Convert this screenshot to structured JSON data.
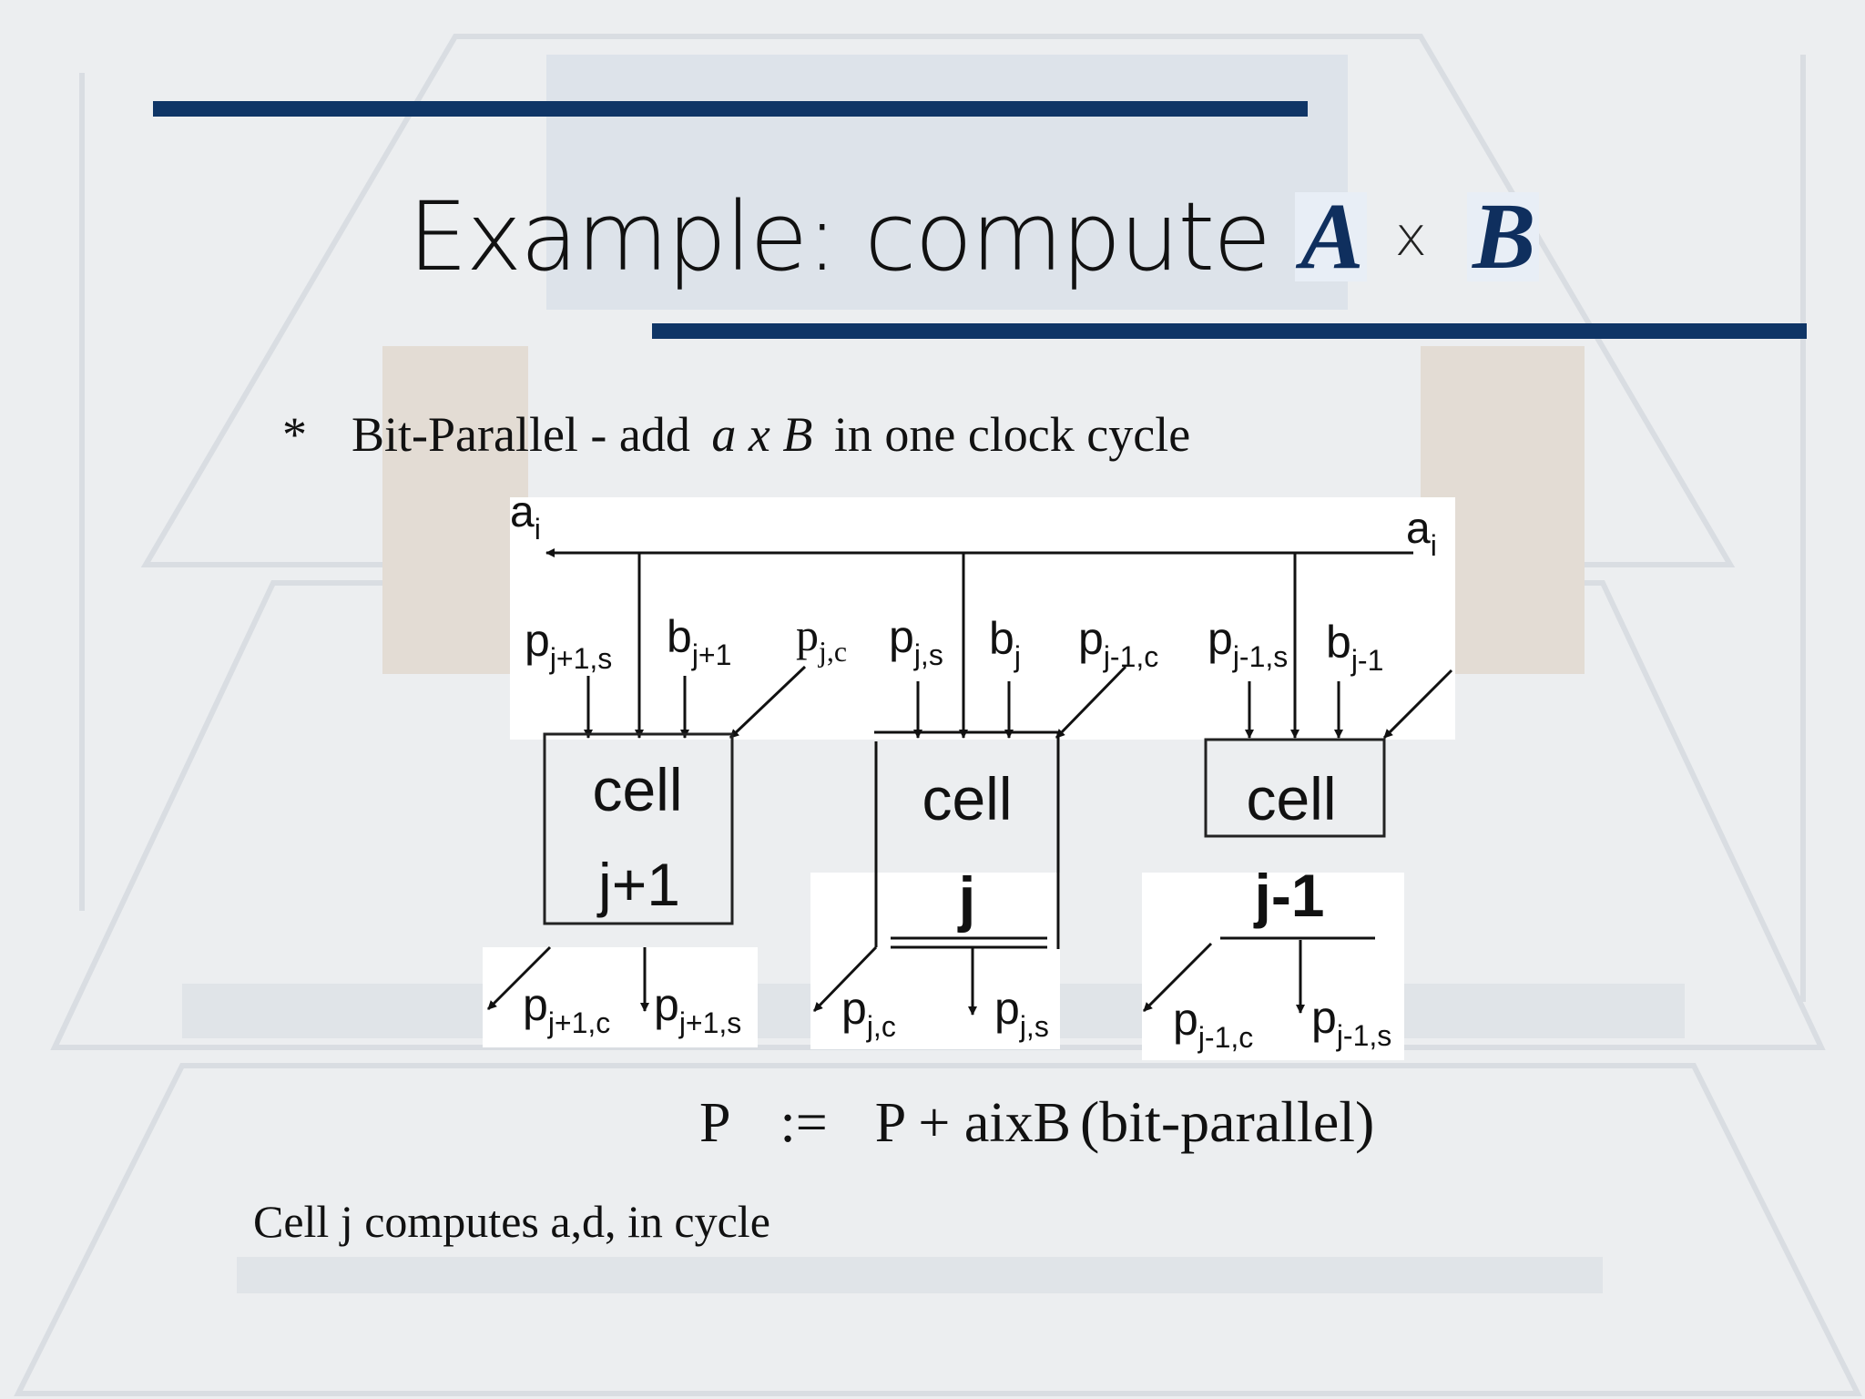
{
  "slide": {
    "title_prefix": "Example: compute",
    "title_a": "A",
    "title_op": "x",
    "title_b": "B",
    "bullet_marker": "*",
    "bullet_text_1": "Bit-Parallel - add",
    "bullet_math": "a x B",
    "bullet_text_2": "in one clock cycle",
    "formula_lhs": "P",
    "formula_assign": ":=",
    "formula_rhs": "P + aixB",
    "formula_note": "(bit-parallel)",
    "caption": "Cell j computes  a,d, in cycle"
  },
  "diagram": {
    "input_left": {
      "main": "a",
      "sub": "i"
    },
    "input_right": {
      "main": "a",
      "sub": "i"
    },
    "top_labels": [
      {
        "main": "p",
        "sub": "j+1,s"
      },
      {
        "main": "b",
        "sub": "j+1"
      },
      {
        "main": "p",
        "sub": "j,c"
      },
      {
        "main": "p",
        "sub": "j,s"
      },
      {
        "main": "b",
        "sub": "j"
      },
      {
        "main": "p",
        "sub": "j-1,c"
      },
      {
        "main": "p",
        "sub": "j-1,s"
      },
      {
        "main": "b",
        "sub": "j-1"
      }
    ],
    "cells": [
      {
        "word": "cell",
        "index": "j+1"
      },
      {
        "word": "cell",
        "index": "j"
      },
      {
        "word": "cell",
        "index": "j-1"
      }
    ],
    "bottom_labels": [
      {
        "main": "p",
        "sub": "j+1,c"
      },
      {
        "main": "p",
        "sub": "j+1,s"
      },
      {
        "main": "p",
        "sub": "j,c"
      },
      {
        "main": "p",
        "sub": "j,s"
      },
      {
        "main": "p",
        "sub": "j-1,c"
      },
      {
        "main": "p",
        "sub": "j-1,s"
      }
    ]
  },
  "colors": {
    "rule": "#0f3566",
    "title_math": "#0f2f5e",
    "background": "#eceef0"
  }
}
